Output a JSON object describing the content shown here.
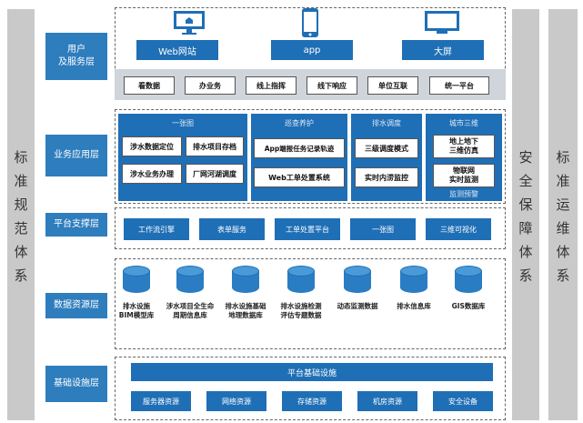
{
  "left_side": {
    "chars": [
      "标",
      "准",
      "规",
      "范",
      "体",
      "系"
    ]
  },
  "right_side_security": {
    "chars": [
      "安",
      "全",
      "保",
      "障",
      "体",
      "系"
    ]
  },
  "right_side_ops": {
    "chars": [
      "标",
      "准",
      "运",
      "维",
      "体",
      "系"
    ]
  },
  "layers": {
    "user": {
      "label": "用户\n及服务层"
    },
    "app": {
      "label": "业务应用层"
    },
    "platform": {
      "label": "平台支撑层"
    },
    "data": {
      "label": "数据资源层"
    },
    "infra": {
      "label": "基础设施层"
    }
  },
  "user_layer": {
    "channels": [
      "Web网站",
      "app",
      "大屏"
    ],
    "services": [
      "看数据",
      "办业务",
      "线上指挥",
      "线下响应",
      "单位互联",
      "统一平台"
    ]
  },
  "app_layer": {
    "panels": [
      {
        "title": "一张图",
        "items": [
          "涉水数据定位",
          "排水项目存档",
          "涉水业务办理",
          "厂网河湖调度"
        ]
      },
      {
        "title": "巡查养护",
        "items": [
          "App端报任务记录轨迹",
          "Web工单处置系统"
        ]
      },
      {
        "title": "排水调度",
        "items": [
          "三级调度模式",
          "实时内涝监控"
        ]
      },
      {
        "title": "城市三维",
        "items": [
          "地上地下\n三维仿真",
          "物联网\n实时监测",
          "监测预警"
        ]
      }
    ]
  },
  "platform_layer": {
    "items": [
      "工作流引擎",
      "表单服务",
      "工单处置平台",
      "一张图",
      "三维可视化"
    ]
  },
  "data_layer": {
    "items": [
      "排水设施BIM模型库",
      "涉水项目全生命周期信息库",
      "排水设施基础地理数据库",
      "排水设施检测评估专题数据",
      "动态监测数据",
      "排水信息库",
      "GIS数据库"
    ]
  },
  "infra_layer": {
    "top": "平台基础设施",
    "items": [
      "服务器资源",
      "网络资源",
      "存储资源",
      "机房资源",
      "安全设备"
    ]
  }
}
